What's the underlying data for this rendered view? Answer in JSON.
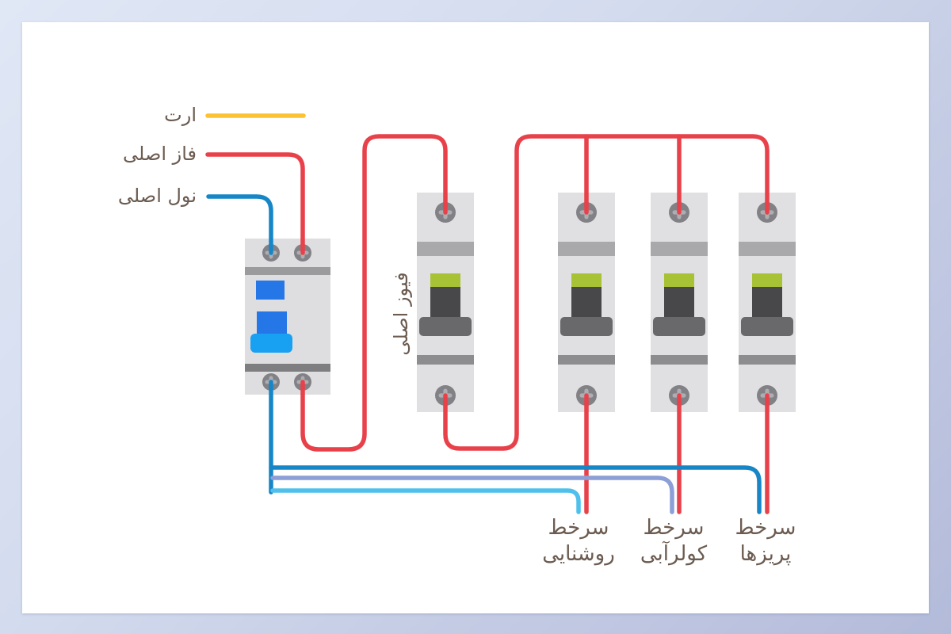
{
  "legend": {
    "items": [
      {
        "id": "earth",
        "label": "ارت",
        "color": "#fcc231"
      },
      {
        "id": "main-phase",
        "label": "فاز اصلی",
        "color": "#e8414a"
      },
      {
        "id": "main-neutral",
        "label": "نول اصلی",
        "color": "#1786c7"
      }
    ]
  },
  "panel": {
    "main_fuse_label": "فیوز اصلی",
    "branch_lines": [
      {
        "id": "lighting",
        "label_line1": "سرخط",
        "label_line2": "روشنایی",
        "neutral_wire_color": "#4fc0eb"
      },
      {
        "id": "water-cooler",
        "label_line1": "سرخط",
        "label_line2": "کولرآبی",
        "neutral_wire_color": "#8c9fd6"
      },
      {
        "id": "outlets",
        "label_line1": "سرخط",
        "label_line2": "پریزها",
        "neutral_wire_color": "#1786c7"
      }
    ]
  },
  "colors": {
    "phase_wire": "#e8414a",
    "neutral_wire": "#1786c7",
    "earth_wire": "#fcc231",
    "branch_lighting_wire": "#4fc0eb",
    "branch_cooler_wire": "#8c9fd6",
    "branch_outlets_wire": "#1786c7",
    "breaker_body": "#e0e0e2",
    "breaker_toggle_green": "#a8c235",
    "breaker_toggle_dark": "#48484a",
    "rcd_switch_blue": "#2577e8",
    "rcd_toggle_light_blue": "#18a0f2",
    "screw_gray": "#818186",
    "label_text": "#6b5b50",
    "card_background": "#ffffff",
    "outer_border": "#b4bcdb"
  }
}
